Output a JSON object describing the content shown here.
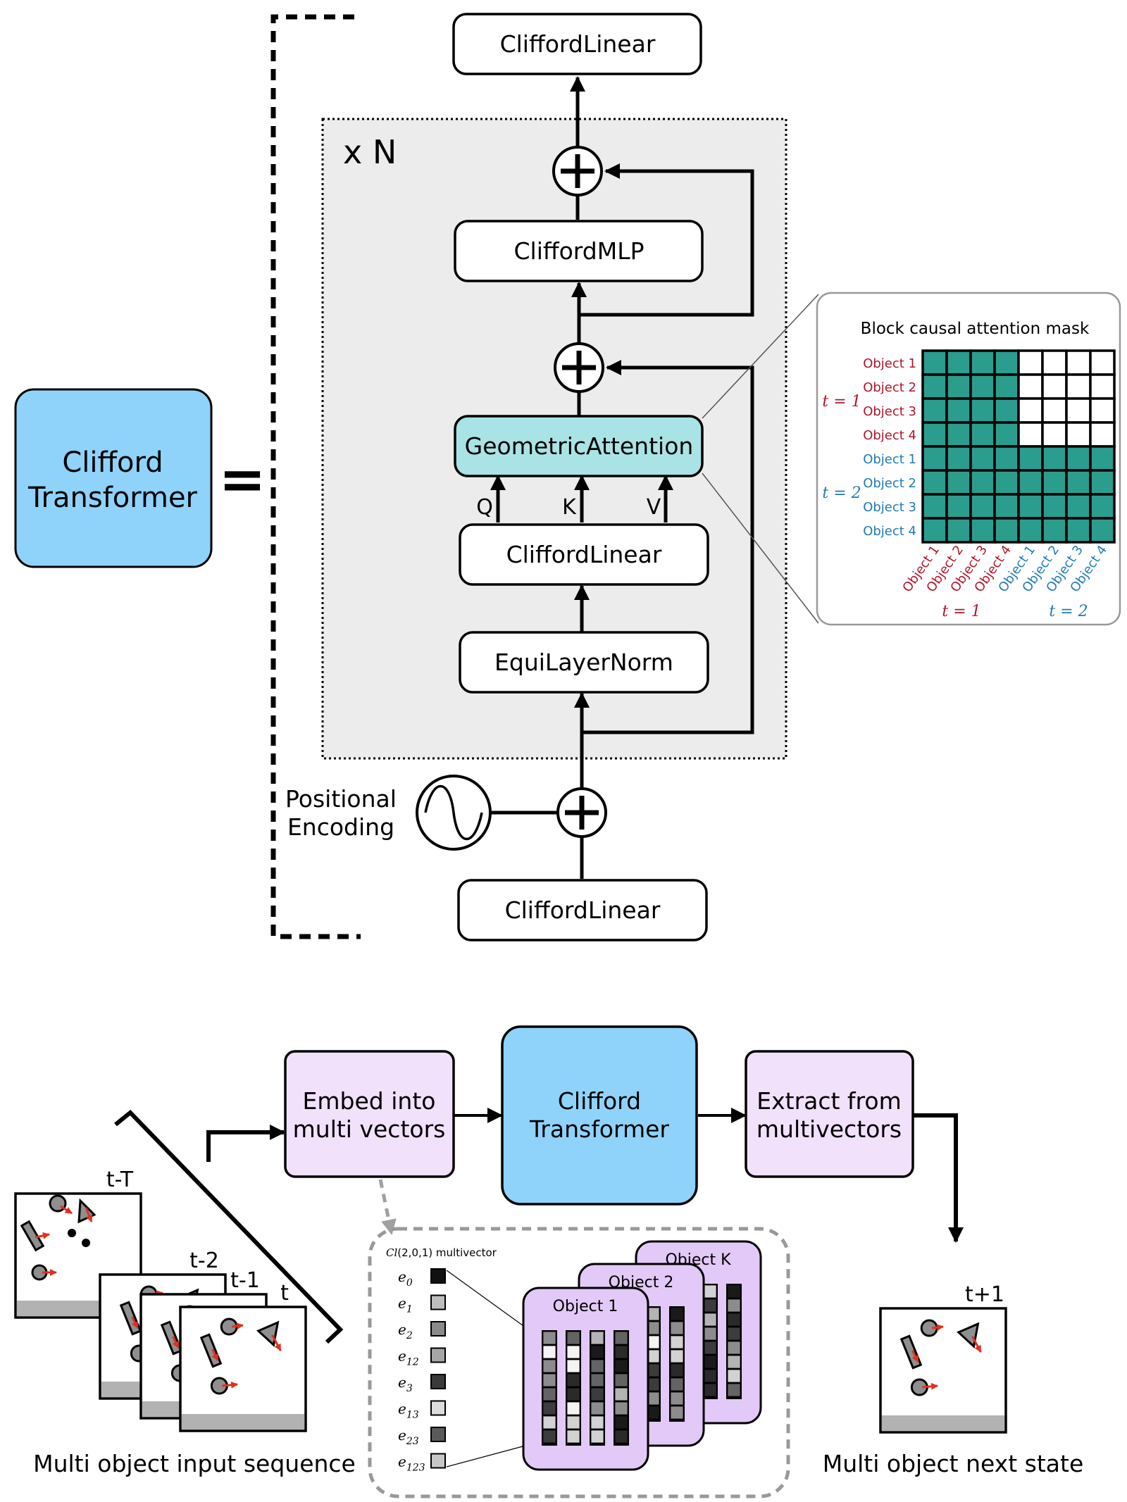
{
  "transformer": {
    "label_line1": "Clifford",
    "label_line2": "Transformer",
    "equals": "="
  },
  "block": {
    "top_linear": "CliffordLinear",
    "repeat": "x N",
    "mlp": "CliffordMLP",
    "attention": "GeometricAttention",
    "qkv_linear": "CliffordLinear",
    "q": "Q",
    "k": "K",
    "v": "V",
    "norm": "EquiLayerNorm",
    "pos_line1": "Positional",
    "pos_line2": "Encoding",
    "input_linear": "CliffordLinear"
  },
  "mask": {
    "title": "Block causal attention mask",
    "rows": [
      "Object 1",
      "Object 2",
      "Object 3",
      "Object 4",
      "Object 1",
      "Object 2",
      "Object 3",
      "Object 4"
    ],
    "cols": [
      "Object 1",
      "Object 2",
      "Object 3",
      "Object 4",
      "Object 1",
      "Object 2",
      "Object 3",
      "Object 4"
    ],
    "t1": "t = 1",
    "t2": "t = 2",
    "fill": "#2a9d8f",
    "t1_color": "#b0162b",
    "t2_color": "#1f7bb6"
  },
  "pipeline": {
    "embed_line1": "Embed into",
    "embed_line2": "multi vectors",
    "transformer_line1": "Clifford",
    "transformer_line2": "Transformer",
    "extract_line1": "Extract from",
    "extract_line2": "multivectors"
  },
  "sequence": {
    "frames": [
      "t-T",
      "t-2",
      "t-1",
      "t"
    ],
    "caption": "Multi object input sequence"
  },
  "multivector": {
    "title_prefix": "Cl",
    "title_args": "(2,0,1) multivector",
    "basis": [
      "e0",
      "e1",
      "e2",
      "e12",
      "e3",
      "e13",
      "e23",
      "e123"
    ],
    "objects": [
      "Object 1",
      "Object 2",
      "Object K"
    ]
  },
  "next_state": {
    "frame": "t+1",
    "caption": "Multi object next state"
  },
  "colors": {
    "blue_box": "#8fd3fb",
    "attention_box": "#a9e3e6",
    "purple_box": "#f1e1fb",
    "panel_gray": "#ececec",
    "arrow_red": "#e0301e"
  }
}
